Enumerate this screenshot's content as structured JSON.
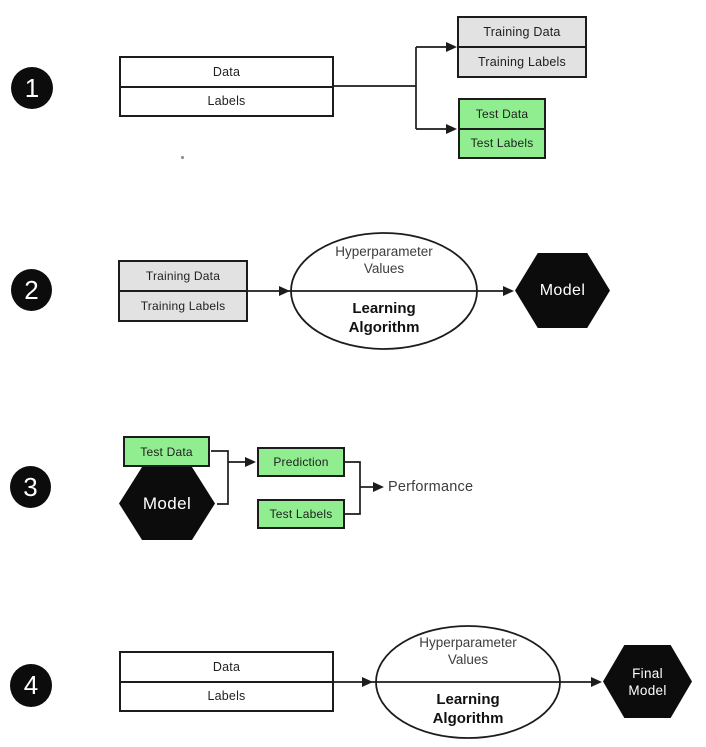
{
  "colors": {
    "green": "#90ee90",
    "gray": "#e2e2e2",
    "shape-black": "#0c0c0c",
    "line": "#1c1c1c",
    "text-dark": "#1f1f1f",
    "text-soft": "#3d3d3d"
  },
  "step1": {
    "number": "1",
    "source_box": {
      "row1": "Data",
      "row2": "Labels"
    },
    "training_box": {
      "row1": "Training Data",
      "row2": "Training Labels"
    },
    "test_box": {
      "row1": "Test Data",
      "row2": "Test Labels"
    }
  },
  "step2": {
    "number": "2",
    "input_box": {
      "row1": "Training Data",
      "row2": "Training Labels"
    },
    "ellipse": {
      "top_line1": "Hyperparameter",
      "top_line2": "Values",
      "bottom_line1": "Learning",
      "bottom_line2": "Algorithm"
    },
    "hexagon": {
      "label": "Model"
    }
  },
  "step3": {
    "number": "3",
    "test_data_box": {
      "label": "Test Data"
    },
    "model_hexagon": {
      "label": "Model"
    },
    "prediction_box": {
      "label": "Prediction"
    },
    "test_labels_box": {
      "label": "Test Labels"
    },
    "performance_label": "Performance"
  },
  "step4": {
    "number": "4",
    "source_box": {
      "row1": "Data",
      "row2": "Labels"
    },
    "ellipse": {
      "top_line1": "Hyperparameter",
      "top_line2": "Values",
      "bottom_line1": "Learning",
      "bottom_line2": "Algorithm"
    },
    "hexagon": {
      "line1": "Final",
      "line2": "Model"
    }
  }
}
